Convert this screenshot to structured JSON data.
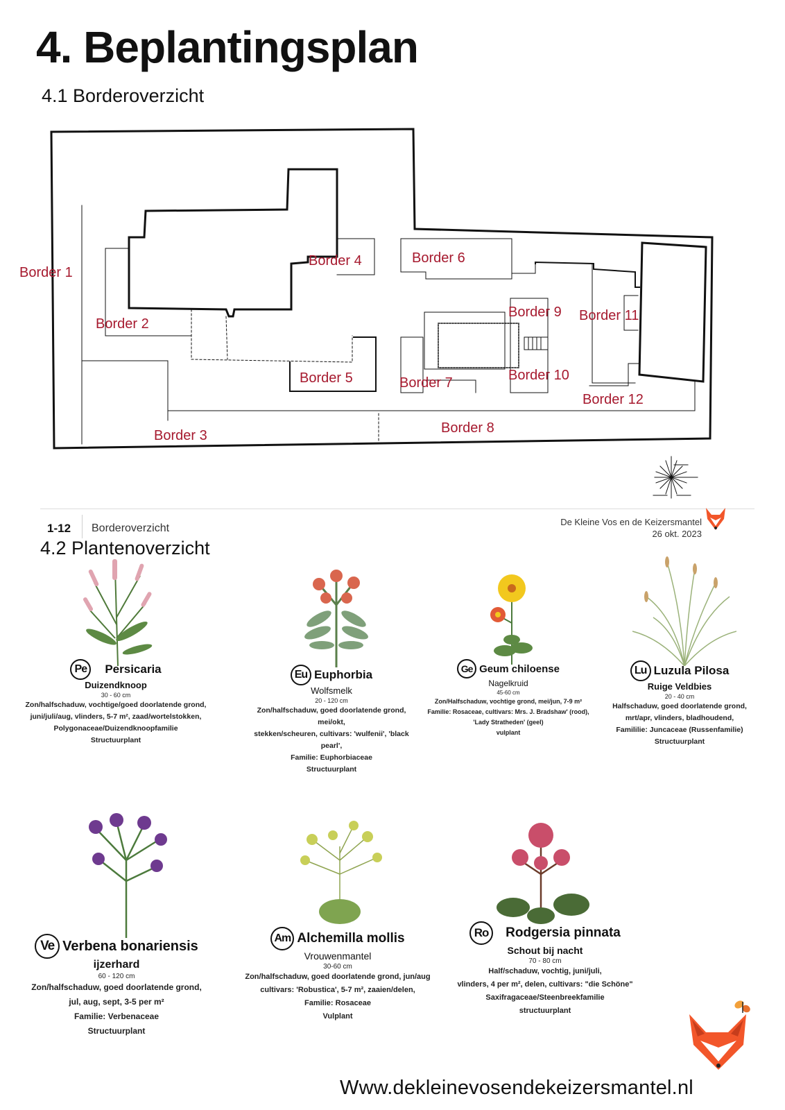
{
  "title": "4. Beplantingsplan",
  "sections": {
    "overview": "4.1 Borderoverzicht",
    "plants": "4.2 Plantenoverzicht"
  },
  "borders": [
    "Border 1",
    "Border 2",
    "Border 3",
    "Border 4",
    "Border 5",
    "Border 6",
    "Border 7",
    "Border 8",
    "Border 9",
    "Border 10",
    "Border 11",
    "Border 12"
  ],
  "footer": {
    "pages": "1-12",
    "page_name": "Borderoverzicht",
    "company": "De Kleine Vos en de Keizersmantel",
    "date": "26 okt. 2023"
  },
  "plants": [
    {
      "badge": "Pe",
      "name": "Persicaria",
      "common": "Duizendknoop",
      "height": "30 - 60 cm",
      "info": "Zon/halfschaduw, vochtige/goed doorlatende grond,\njuni/juli/aug, vlinders, 5-7 m², zaad/wortelstokken,\nPolygonaceae/Duizendknoopfamilie\nStructuurplant",
      "icon": "persicaria-icon"
    },
    {
      "badge": "Eu",
      "name": "Euphorbia",
      "common": "Wolfsmelk",
      "height": "20 - 120 cm",
      "info": "Zon/halfschaduw, goed doorlatende grond, mei/okt,\nstekken/scheuren, cultivars:  'wulfenii', 'black pearl',\nFamilie: Euphorbiaceae\nStructuurplant",
      "icon": "euphorbia-icon"
    },
    {
      "badge": "Ge",
      "name": "Geum chiloense",
      "common": "Nagelkruid",
      "height": "45-60 cm",
      "info": "Zon/Halfschaduw, vochtige grond, mei/jun, 7-9 m²\nFamilie: Rosaceae, cultivars: Mrs. J. Bradshaw' (rood),\n'Lady Stratheden' (geel)\nvulplant",
      "icon": "geum-icon"
    },
    {
      "badge": "Lu",
      "name": "Luzula Pilosa",
      "common": "Ruige Veldbies",
      "height": "20 - 40 cm",
      "info": "Halfschaduw, goed doorlatende grond,\nmrt/apr, vlinders, bladhoudend,\nFamililie: Juncaceae (Russenfamilie)\nStructuurplant",
      "icon": "luzula-icon"
    },
    {
      "badge": "Ve",
      "name": "Verbena bonariensis",
      "common": "ijzerhard",
      "height": "60 - 120 cm",
      "info": "Zon/halfschaduw, goed doorlatende grond,\njul, aug, sept, 3-5 per m²\nFamilie: Verbenaceae\nStructuurplant",
      "icon": "verbena-icon"
    },
    {
      "badge": "Am",
      "name": "Alchemilla mollis",
      "common": "Vrouwenmantel",
      "height": "30-60 cm",
      "info": "Zon/halfschaduw, goed doorlatende grond, jun/aug\ncultivars: 'Robustica', 5-7 m², zaaien/delen,\nFamilie: Rosaceae\nVulplant",
      "icon": "alchemilla-icon"
    },
    {
      "badge": "Ro",
      "name": "Rodgersia pinnata",
      "common": "Schout bij nacht",
      "height": "70 - 80 cm",
      "info": "Half/schaduw, vochtig, juni/juli,\nvlinders, 4 per m², delen, cultivars: \"die Schöne\"\nSaxifragaceae/Steenbreekfamilie\nstructuurplant",
      "icon": "rodgersia-icon"
    }
  ],
  "website": "Www.dekleinevosendekeizersmantel.nl",
  "colors": {
    "border_label": "#a6192e",
    "fox": "#f2562a"
  }
}
